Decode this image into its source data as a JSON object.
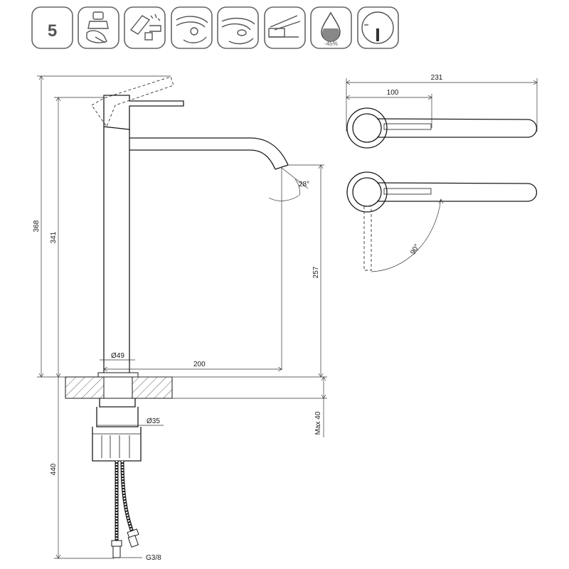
{
  "icons": {
    "warranty_years": "5",
    "water_saving": "-45%",
    "items": [
      {
        "name": "warranty-icon"
      },
      {
        "name": "hand-cleaning-icon"
      },
      {
        "name": "aerator-cleaning-icon"
      },
      {
        "name": "aerator-spray-icon"
      },
      {
        "name": "swivel-spout-icon"
      },
      {
        "name": "single-lever-mixer-icon"
      },
      {
        "name": "water-drop-saving-icon"
      },
      {
        "name": "temperature-limiter-icon"
      }
    ]
  },
  "dimensions": {
    "total_height": "368",
    "lever_height": "341",
    "spout_height": "257",
    "spout_angle": "28°",
    "body_diameter": "Ø49",
    "spout_reach": "200",
    "max_thickness": "Max 40",
    "shank_diameter": "Ø35",
    "hose_length": "440",
    "connection": "G3/8",
    "lever_length": "231",
    "lever_half": "100",
    "lever_rotation": "90°"
  }
}
